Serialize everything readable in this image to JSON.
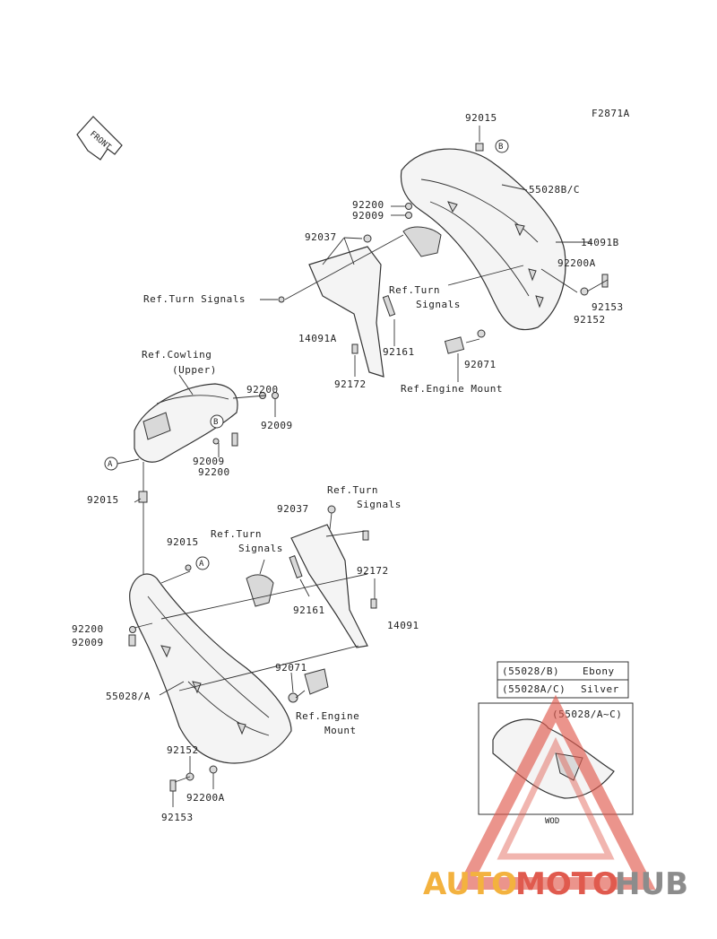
{
  "figure_code": "F2871A",
  "front_marker": "FRONT",
  "circle_labels": {
    "a": "A",
    "b": "B"
  },
  "callouts": {
    "c92015_top": "92015",
    "c55028bc": "55028B/C",
    "c92200_top": "92200",
    "c92009_top": "92009",
    "c92037_top": "92037",
    "c14091b": "14091B",
    "c92200a_top": "92200A",
    "ref_turn_signals_left": "Ref.Turn Signals",
    "ref_turn_signals_mid_1": "Ref.Turn",
    "ref_turn_signals_mid_2": "Signals",
    "c92153_top": "92153",
    "c92152_top": "92152",
    "c14091a": "14091A",
    "c92161_top": "92161",
    "c92071_top": "92071",
    "c92172_top": "92172",
    "ref_engine_mount_top": "Ref.Engine Mount",
    "ref_cowling_1": "Ref.Cowling",
    "ref_cowling_2": "(Upper)",
    "c92200_mid": "92200",
    "c92009_mid_r": "92009",
    "c92009_mid": "92009",
    "c92200_mid2": "92200",
    "c92015_mid": "92015",
    "ref_turn_signals_r1": "Ref.Turn",
    "ref_turn_signals_r2": "Signals",
    "c92037_mid": "92037",
    "c92015_low": "92015",
    "ref_turn_signals_l1": "Ref.Turn",
    "ref_turn_signals_l2": "Signals",
    "c92172_low": "92172",
    "c92200_low": "92200",
    "c92009_low": "92009",
    "c92161_low": "92161",
    "c14091": "14091",
    "c92071_low": "92071",
    "c55028a": "55028/A",
    "ref_engine_mount_1": "Ref.Engine",
    "ref_engine_mount_2": "Mount",
    "c92152_low": "92152",
    "c92200a_low": "92200A",
    "c92153_low": "92153"
  },
  "legend": {
    "rows": [
      {
        "code": "(55028/B)",
        "color": "Ebony"
      },
      {
        "code": "(55028A/C)",
        "color": "Silver"
      }
    ],
    "inset_label": "(55028/A~C)",
    "inset_tag": "WOD"
  },
  "watermark": {
    "part1": "AUTO",
    "part2": "MOTO",
    "part3": "HUB",
    "color1": "#f3b23f",
    "color2": "#e05a4e",
    "color3": "#8c8c8c"
  }
}
